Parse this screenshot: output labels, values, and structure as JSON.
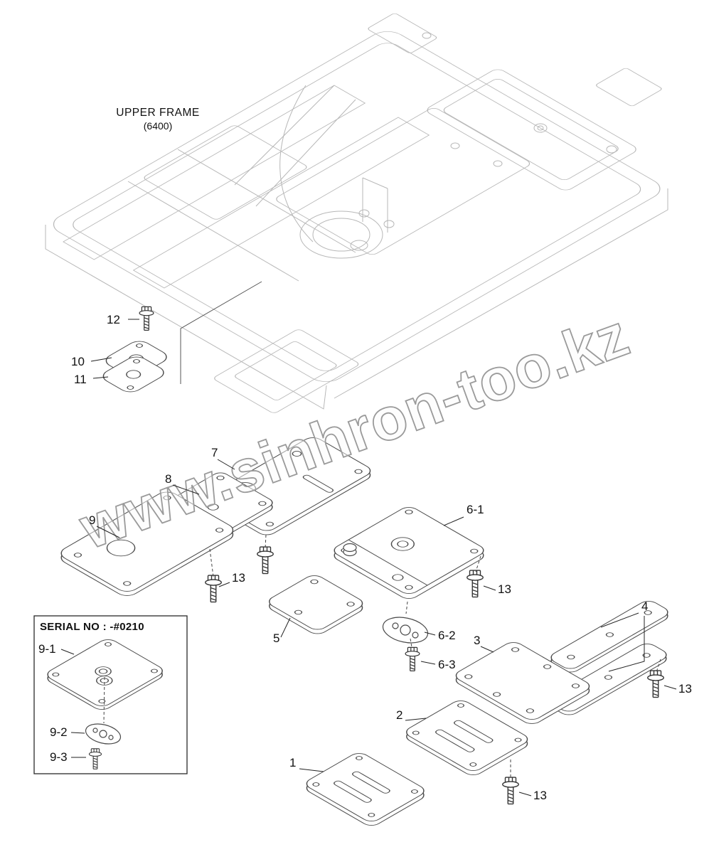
{
  "diagram": {
    "title": "UPPER FRAME",
    "subtitle": "(6400)",
    "watermark": "www.sinhron-too.kz",
    "serial_box": {
      "label": "SERIAL NO : -#0210"
    },
    "labels": {
      "p1": "1",
      "p2": "2",
      "p3": "3",
      "p4": "4",
      "p5": "5",
      "p6_1": "6-1",
      "p6_2": "6-2",
      "p6_3": "6-3",
      "p7": "7",
      "p8": "8",
      "p9": "9",
      "p9_1": "9-1",
      "p9_2": "9-2",
      "p9_3": "9-3",
      "p10": "10",
      "p11": "11",
      "p12": "12",
      "p13": "13"
    }
  }
}
